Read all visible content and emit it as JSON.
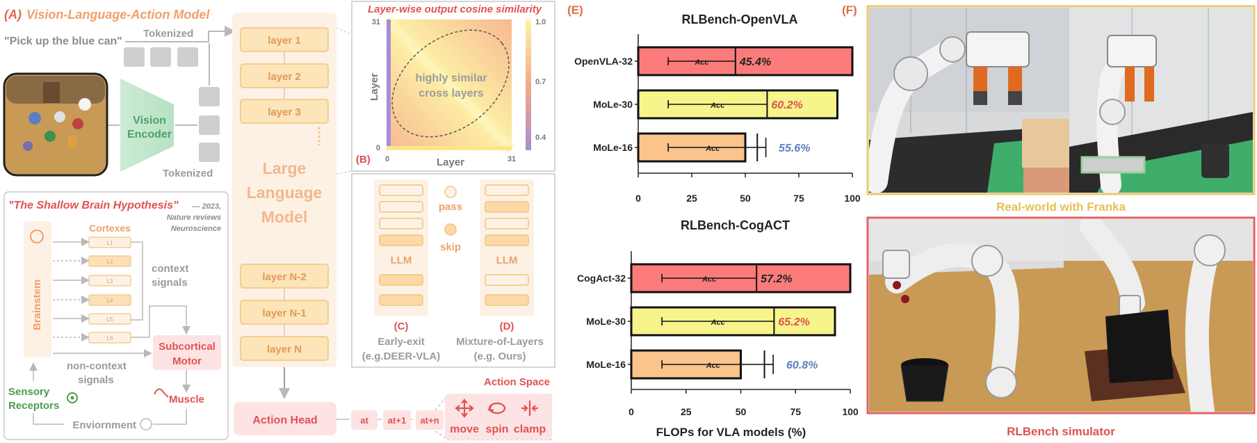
{
  "panel_a": {
    "tag": "(A)",
    "title": "Vision-Language-Action Model",
    "prompt": "\"Pick up the blue can\"",
    "tokenized_top": "Tokenized",
    "tokenized_bottom": "Tokenized",
    "vision_encoder": [
      "Vision",
      "Encoder"
    ],
    "layers_top": [
      "layer 1",
      "layer 2",
      "layer 3"
    ],
    "llm_label": [
      "Large",
      "Language",
      "Model"
    ],
    "layers_bottom": [
      "layer N-2",
      "layer N-1",
      "layer N"
    ],
    "action_head": "Action Head",
    "action_tokens": [
      "at",
      "at+1",
      "at+n"
    ],
    "action_space": {
      "title": "Action Space",
      "items": [
        {
          "label": "move",
          "icon": "move-arrows-icon"
        },
        {
          "label": "spin",
          "icon": "spin-icon"
        },
        {
          "label": "clamp",
          "icon": "clamp-icon"
        }
      ]
    }
  },
  "brain": {
    "title": "\"The Shallow Brain Hypothesis\"",
    "citation": [
      "--- 2023,",
      "Nature reviews",
      "Neuroscience"
    ],
    "brainstem": "Brainstem",
    "cortexes": "Cortexes",
    "cortex_layers": [
      "L1",
      "L2",
      "L3",
      "L4",
      "L5",
      "L6"
    ],
    "context_signals": [
      "context",
      "signals"
    ],
    "non_context_signals": [
      "non-context",
      "signals"
    ],
    "subcortical": [
      "Subcortical",
      "Motor"
    ],
    "muscle": "Muscle",
    "sensory": [
      "Sensory",
      "Receptors"
    ],
    "environment": "Enviornment"
  },
  "heatmap": {
    "title": "Layer-wise output cosine similarity",
    "tag": "(B)",
    "xlabel": "Layer",
    "ylabel": "Layer",
    "x_ticks": [
      "0",
      "31"
    ],
    "y_ticks": [
      "0",
      "31"
    ],
    "colorbar_ticks": [
      "1.0",
      "0.7",
      "0.4"
    ],
    "annotation": [
      "highly similar",
      "cross layers"
    ]
  },
  "panel_cd": {
    "llm": "LLM",
    "pass": "pass",
    "skip": "skip",
    "c_tag": "(C)",
    "c_label": [
      "Early-exit",
      "(e.g.DEER-VLA)"
    ],
    "d_tag": "(D)",
    "d_label": [
      "Mixture-of-Layers",
      "(e.g. Ours)"
    ]
  },
  "panel_e": {
    "tag": "(E)",
    "acc_label": "Acc"
  },
  "panel_f": {
    "tag": "(F)",
    "real_caption": "Real-world with Franka",
    "sim_caption": "RLBench simulator"
  },
  "colors": {
    "red_bar": "#fb7b7b",
    "yellow_bar": "#f7f48c",
    "orange_bar": "#fbc48c",
    "heat_yellow": "#fdf5a8",
    "heat_purple": "#a98cd6",
    "brain_red": "#e05252",
    "sensory_green": "#4d9a4d"
  },
  "chart_data": [
    {
      "type": "bar",
      "title": "RLBench-OpenVLA",
      "categories": [
        "OpenVLA-32",
        "MoLe-30",
        "MoLe-16"
      ],
      "values": [
        100,
        93,
        50
      ],
      "accuracy_labels": [
        "45.4%",
        "60.2%",
        "55.6%"
      ],
      "accuracy_markers": [
        45.4,
        60.2,
        55.6
      ],
      "xlabel": "",
      "ylabel": "",
      "xlim": [
        0,
        100
      ],
      "x_ticks": [
        "0",
        "25",
        "50",
        "75",
        "100"
      ]
    },
    {
      "type": "bar",
      "title": "RLBench-CogACT",
      "categories": [
        "CogAct-32",
        "MoLe-30",
        "MoLe-16"
      ],
      "values": [
        100,
        93,
        50
      ],
      "accuracy_labels": [
        "57.2%",
        "65.2%",
        "60.8%"
      ],
      "accuracy_markers": [
        57.2,
        65.2,
        60.8
      ],
      "xlabel": "FLOPs for VLA models (%)",
      "ylabel": "",
      "xlim": [
        0,
        100
      ],
      "x_ticks": [
        "0",
        "25",
        "50",
        "75",
        "100"
      ]
    }
  ]
}
